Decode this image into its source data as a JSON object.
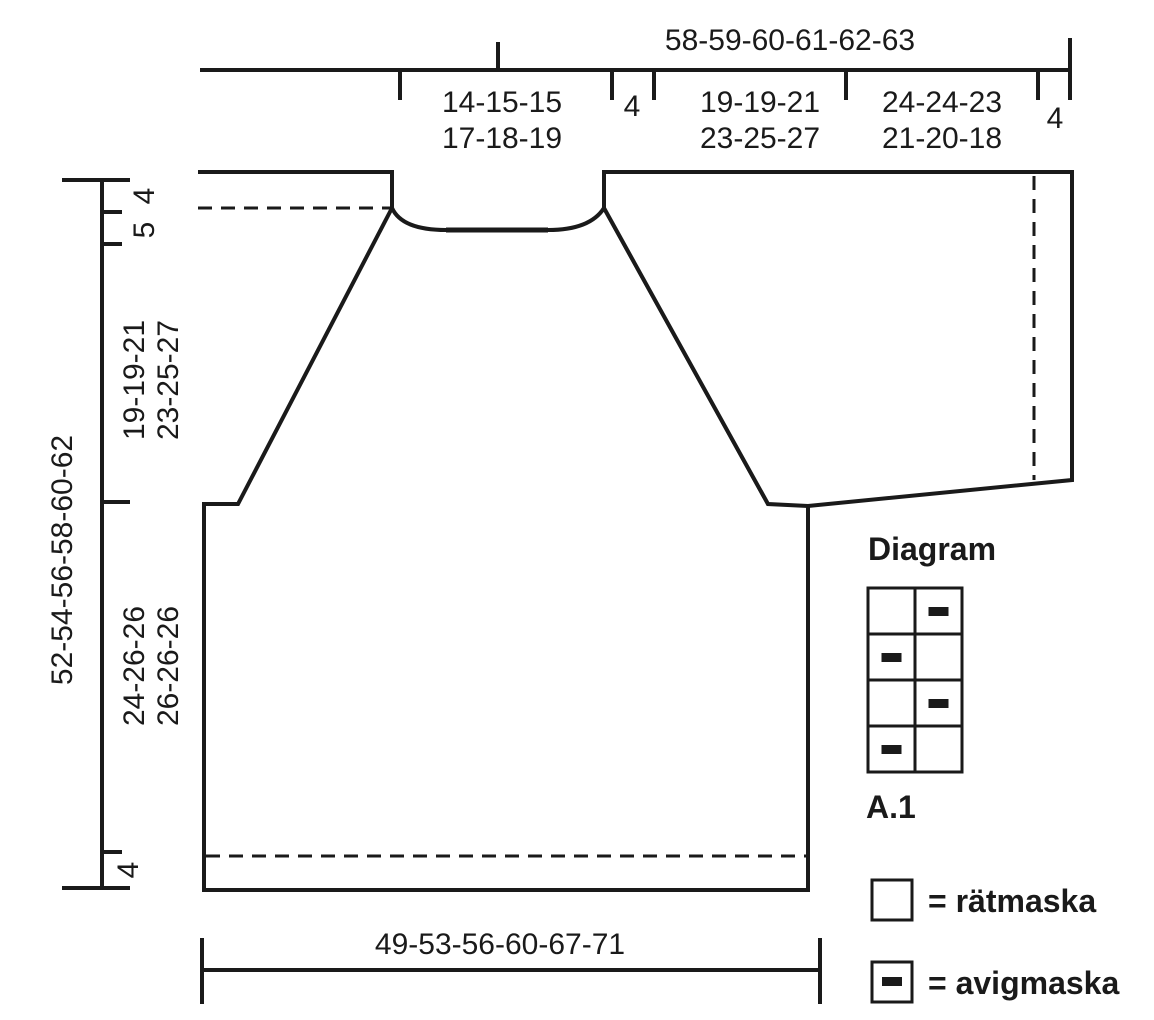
{
  "dimensions": {
    "top_total": "58-59-60-61-62-63",
    "neck_half_width": [
      "14-15-15",
      "17-18-19"
    ],
    "raglan_gap": "4",
    "sleeve_raglan": [
      "19-19-21",
      "23-25-27"
    ],
    "sleeve_length": [
      "24-24-23",
      "21-20-18"
    ],
    "cuff_edge": "4",
    "total_length": "52-54-56-58-60-62",
    "neck_back": "4",
    "neck_front": "5",
    "yoke_depth": [
      "19-19-21",
      "23-25-27"
    ],
    "body_length": [
      "24-26-26",
      "26-26-26"
    ],
    "rib_bottom": "4",
    "width": "49-53-56-60-67-71"
  },
  "legend": {
    "title": "Diagram",
    "chart_name": "A.1",
    "knit_label": "= rätmaska",
    "purl_label": "= avigmaska",
    "grid": [
      [
        "knit",
        "purl"
      ],
      [
        "purl",
        "knit"
      ],
      [
        "knit",
        "purl"
      ],
      [
        "purl",
        "knit"
      ]
    ]
  },
  "colors": {
    "ink": "#1a1a1a",
    "paper": "#ffffff"
  }
}
